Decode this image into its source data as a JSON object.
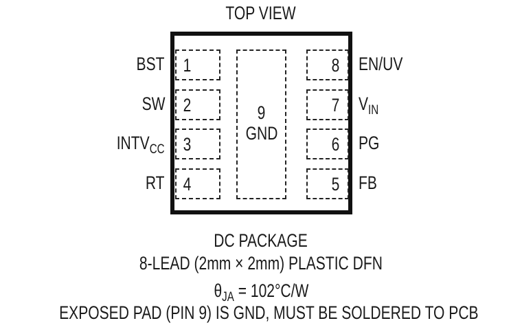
{
  "title": "TOP VIEW",
  "package": {
    "left_pins": [
      {
        "number": "1",
        "name": "BST",
        "sub": ""
      },
      {
        "number": "2",
        "name": "SW",
        "sub": ""
      },
      {
        "number": "3",
        "name": "INTV",
        "sub": "CC"
      },
      {
        "number": "4",
        "name": "RT",
        "sub": ""
      }
    ],
    "right_pins": [
      {
        "number": "8",
        "name": "EN/UV",
        "sub": ""
      },
      {
        "number": "7",
        "name": "V",
        "sub": "IN"
      },
      {
        "number": "6",
        "name": "PG",
        "sub": ""
      },
      {
        "number": "5",
        "name": "FB",
        "sub": ""
      }
    ],
    "exposed_pad": {
      "number": "9",
      "name": "GND"
    }
  },
  "caption": {
    "line1": "DC PACKAGE",
    "line2": "8-LEAD (2mm × 2mm) PLASTIC DFN",
    "theta_symbol": "θ",
    "theta_sub": "JA",
    "theta_value": " = 102°C/W",
    "line4": "EXPOSED PAD (PIN 9) IS GND, MUST BE SOLDERED TO PCB"
  }
}
